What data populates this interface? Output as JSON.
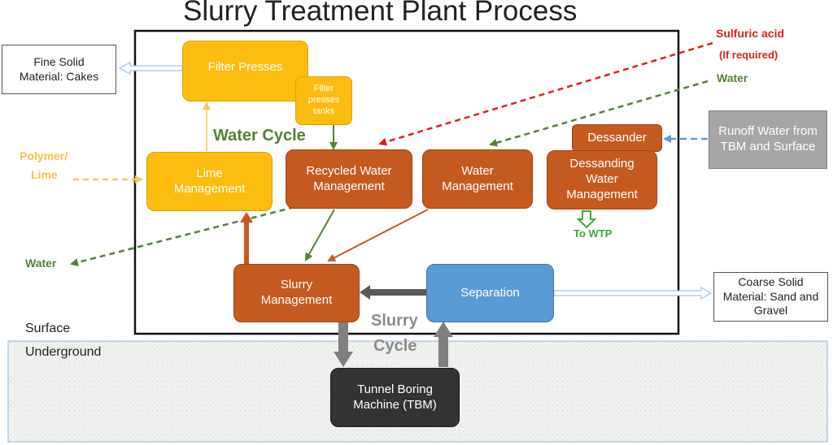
{
  "title": "Slurry Treatment Plant Process",
  "outputs": {
    "fine_solid": "Fine Solid Material: Cakes",
    "coarse_solid": "Coarse Solid Material: Sand and Gravel",
    "runoff_water": "Runoff Water from TBM and Surface"
  },
  "processes": {
    "filter_presses": "Filter Presses",
    "filter_presses_tanks": "Filter presses tanks",
    "lime_management": "Lime Management",
    "recycled_water_management": "Recycled Water Management",
    "water_management": "Water Management",
    "dessander": "Dessander",
    "dessanding_water_management": "Dessanding Water Management",
    "slurry_management": "Slurry Management",
    "separation": "Separation",
    "tbm": "Tunnel Boring Machine (TBM)"
  },
  "labels": {
    "sulfuric_acid": "Sulfuric acid",
    "if_required": "(If required)",
    "water_in": "Water",
    "polymer": "Polymer/",
    "lime": "Lime",
    "water_out": "Water",
    "to_wtp": "To WTP",
    "water_cycle": "Water Cycle",
    "slurry": "Slurry",
    "cycle": "Cycle",
    "surface": "Surface",
    "underground": "Underground"
  },
  "colors": {
    "yellow": "#fdbd10",
    "orange": "#c55a21",
    "blue": "#5b9bd5",
    "dark": "#333333",
    "gray": "#a6a6a6",
    "green_text": "#538135",
    "red_text": "#e02020"
  }
}
